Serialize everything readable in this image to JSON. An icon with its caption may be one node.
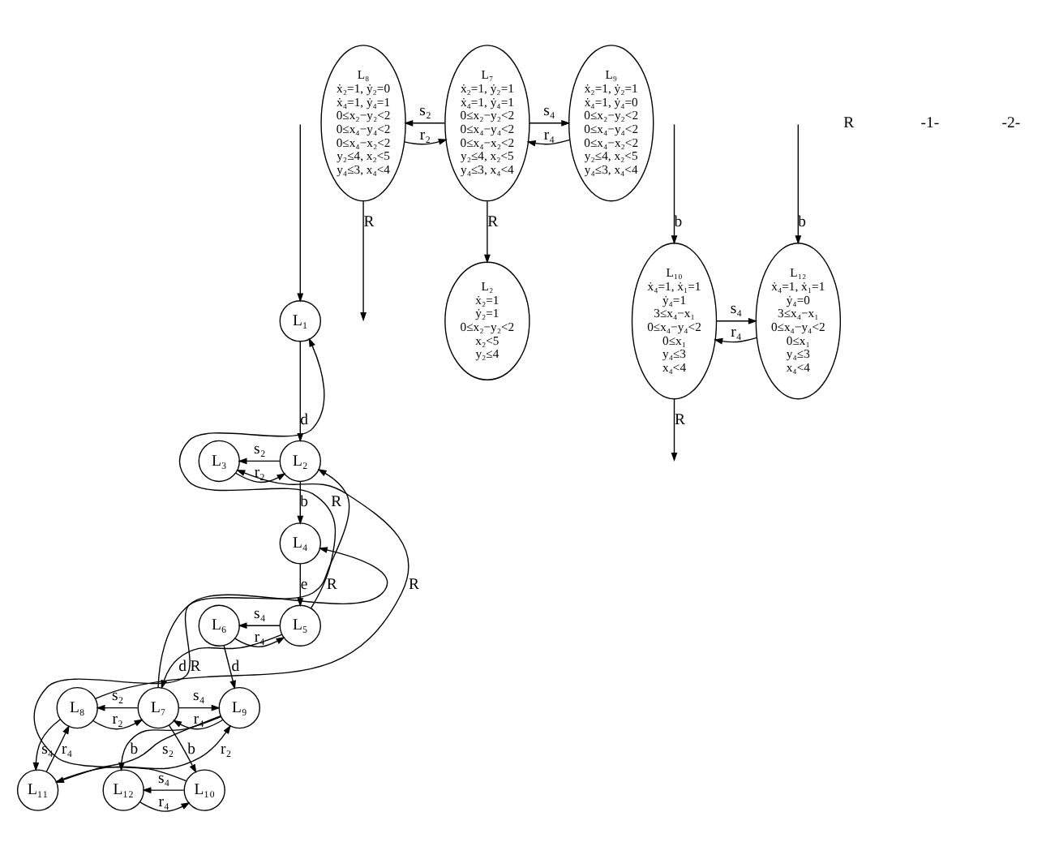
{
  "diagram": {
    "nodes": [
      {
        "text": [
          "L₁"
        ]
      },
      {
        "text": [
          "L₂"
        ]
      },
      {
        "text": [
          "L₃"
        ]
      },
      {
        "text": [
          "L₄"
        ]
      },
      {
        "text": [
          "L₅"
        ]
      },
      {
        "text": [
          "L₆"
        ]
      },
      {
        "text": [
          "L₇"
        ]
      },
      {
        "text": [
          "L₈"
        ]
      },
      {
        "text": [
          "L₉"
        ]
      },
      {
        "text": [
          "L₁₀"
        ]
      },
      {
        "text": [
          "L₁₁"
        ]
      },
      {
        "text": [
          "L₁₂"
        ]
      },
      {
        "text": [
          "L₈",
          "ẋ₂=1, ẏ₂=0",
          "ẋ₄=1, ẏ₄=1",
          "0≤x₂−y₂<2",
          "0≤x₄−y₄<2",
          "0≤x₄−x₂<2",
          "y₂≤4, x₂<5",
          "y₄≤3, x₄<4"
        ]
      },
      {
        "text": [
          "L₇",
          "ẋ₂=1, ẏ₂=1",
          "ẋ₄=1, ẏ₄=1",
          "0≤x₂−y₂<2",
          "0≤x₄−y₄<2",
          "0≤x₄−x₂<2",
          "y₂≤4, x₂<5",
          "y₄≤3, x₄<4"
        ]
      },
      {
        "text": [
          "L₉",
          "ẋ₂=1, ẏ₂=1",
          "ẋ₄=1, ẏ₄=0",
          "0≤x₂−y₂<2",
          "0≤x₄−y₄<2",
          "0≤x₄−x₂<2",
          "y₂≤4, x₂<5",
          "y₄≤3, x₄<4"
        ]
      },
      {
        "text": [
          "L₂",
          "ẋ₂=1",
          "ẏ₂=1",
          "0≤x₂−y₂<2",
          "x₂<5",
          "y₂≤4"
        ]
      },
      {
        "text": [
          "L₁₀",
          "ẋ₄=1, ẋ₁=1",
          "ẏ₄=1",
          "3≤x₄−x₁",
          "0≤x₄−y₄<2",
          "0≤x₁",
          "y₄≤3",
          "x₄<4"
        ]
      },
      {
        "text": [
          "L₁₂",
          "ẋ₄=1, ẋ₁=1",
          "ẏ₄=0",
          "3≤x₄−x₁",
          "0≤x₄−y₄<2",
          "0≤x₁",
          "y₄≤3",
          "x₄<4"
        ]
      }
    ],
    "edges": [
      {
        "from": null,
        "to": 0,
        "arrow": "to"
      },
      {
        "from": 0,
        "to": 1,
        "arrow": "to",
        "label": "d"
      },
      {
        "from": 1,
        "to": 2,
        "arrow": "to",
        "label": "s₂"
      },
      {
        "from": 2,
        "to": 1,
        "arrow": "to",
        "label": "r₂"
      },
      {
        "from": 1,
        "to": 3,
        "arrow": "to",
        "label": "b"
      },
      {
        "from": 3,
        "to": 4,
        "arrow": "to",
        "label": "e"
      },
      {
        "from": 4,
        "to": 0,
        "arrow": "to",
        "label": "R"
      },
      {
        "from": 4,
        "to": 5,
        "arrow": "to",
        "label": "s₄"
      },
      {
        "from": 5,
        "to": 4,
        "arrow": "to",
        "label": "r₄"
      },
      {
        "from": 6,
        "to": 1,
        "arrow": "to",
        "label": "R"
      },
      {
        "from": 7,
        "to": 2,
        "arrow": "to",
        "label": "R"
      },
      {
        "from": 9,
        "to": 3,
        "arrow": "to",
        "label": "R"
      },
      {
        "from": 5,
        "to": 8,
        "arrow": "to",
        "label": "d"
      },
      {
        "from": 4,
        "to": 6,
        "arrow": "to",
        "label": "d"
      },
      {
        "from": 6,
        "to": 8,
        "arrow": "to",
        "label": "s₄"
      },
      {
        "from": 8,
        "to": 6,
        "arrow": "to",
        "label": "r₄"
      },
      {
        "from": 6,
        "to": 7,
        "arrow": "to",
        "label": "s₂"
      },
      {
        "from": 7,
        "to": 6,
        "arrow": "to",
        "label": "r₂"
      },
      {
        "from": 8,
        "to": 11,
        "arrow": "to",
        "label": "b"
      },
      {
        "from": 6,
        "to": 9,
        "arrow": "to",
        "label": "b"
      },
      {
        "from": 9,
        "to": 11,
        "arrow": "to",
        "label": "s₄"
      },
      {
        "from": 11,
        "to": 9,
        "arrow": "to",
        "label": "r₄"
      },
      {
        "from": 7,
        "to": 10,
        "arrow": "to",
        "label": "s₄"
      },
      {
        "from": 10,
        "to": 7,
        "arrow": "to",
        "label": "r₄"
      },
      {
        "from": 10,
        "to": 8,
        "arrow": "to",
        "label": "r₂"
      },
      {
        "from": 8,
        "to": 10,
        "arrow": "to",
        "label": "s₂"
      },
      {
        "from": 12,
        "to": 13,
        "arrow": "to",
        "label": "r₂"
      },
      {
        "from": 13,
        "to": 12,
        "arrow": "to",
        "label": "s₂"
      },
      {
        "from": 13,
        "to": 14,
        "arrow": "to",
        "label": "s₄"
      },
      {
        "from": 14,
        "to": 13,
        "arrow": "to",
        "label": "r₄"
      },
      {
        "from": 12,
        "to": null,
        "arrow": "to",
        "label": "R"
      },
      {
        "from": 13,
        "to": 15,
        "arrow": "to",
        "label": "R"
      },
      {
        "from": null,
        "to": 16,
        "arrow": "to",
        "label": "b"
      },
      {
        "from": null,
        "to": 17,
        "arrow": "to",
        "label": "b"
      },
      {
        "from": 16,
        "to": 17,
        "arrow": "to",
        "label": "s₄"
      },
      {
        "from": 17,
        "to": 16,
        "arrow": "to",
        "label": "r₄"
      },
      {
        "from": 16,
        "to": null,
        "arrow": "to",
        "label": "R"
      }
    ],
    "labels": [
      "R",
      "-1-",
      "-2-"
    ]
  }
}
